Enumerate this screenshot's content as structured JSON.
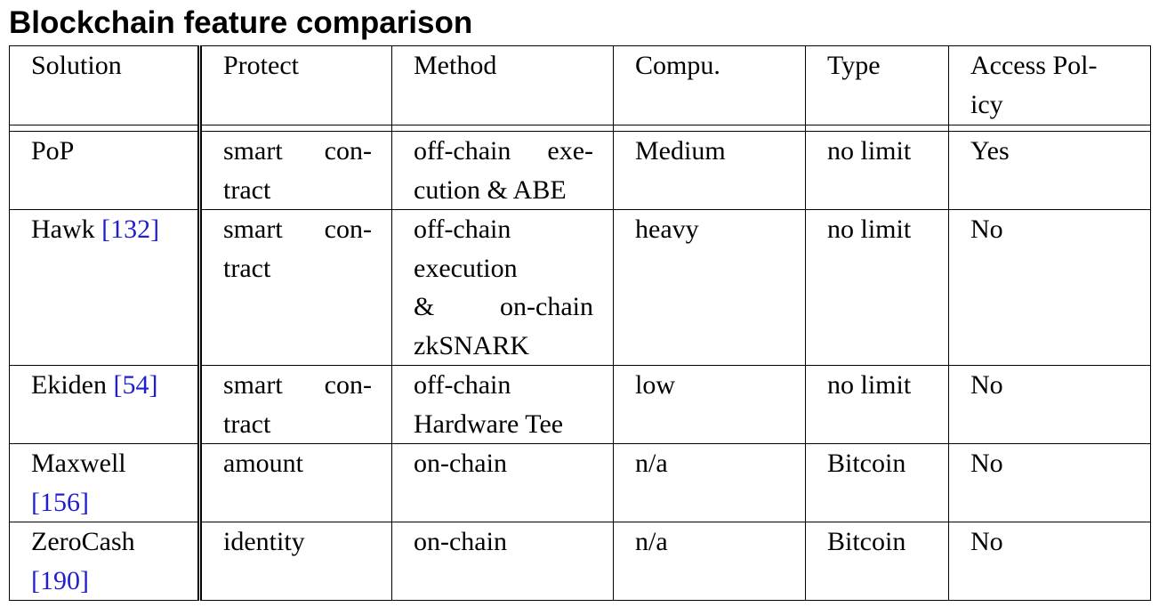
{
  "title": "Blockchain feature comparison",
  "headers": {
    "solution": "Solution",
    "protect": "Protect",
    "method": "Method",
    "compu": "Compu.",
    "type": "Type",
    "access_line1": "Access Pol-",
    "access_line2": "icy"
  },
  "rows": [
    {
      "solution": "PoP",
      "protect_line1": "smart con-",
      "protect_line2": "tract",
      "method_line1": "off-chain exe-",
      "method_line2": "cution & ABE",
      "compu": "Medium",
      "type": "no limit",
      "access": "Yes"
    },
    {
      "solution": "Hawk",
      "cite": "[132]",
      "protect_line1": "smart con-",
      "protect_line2": "tract",
      "method_line1": "off-chain",
      "method_line2": "execution",
      "method_line3": "& on-chain",
      "method_line4": "zkSNARK",
      "compu": "heavy",
      "type": "no limit",
      "access": "No"
    },
    {
      "solution": "Ekiden",
      "cite": "[54]",
      "protect_line1": "smart con-",
      "protect_line2": "tract",
      "method_line1": "off-chain",
      "method_line2": "Hardware Tee",
      "compu": "low",
      "type": "no limit",
      "access": "No"
    },
    {
      "solution": "Maxwell",
      "cite": "[156]",
      "protect": "amount",
      "method": "on-chain",
      "compu": "n/a",
      "type": "Bitcoin",
      "access": "No"
    },
    {
      "solution": "ZeroCash",
      "cite": "[190]",
      "protect": "identity",
      "method": "on-chain",
      "compu": "n/a",
      "type": "Bitcoin",
      "access": "No"
    }
  ]
}
